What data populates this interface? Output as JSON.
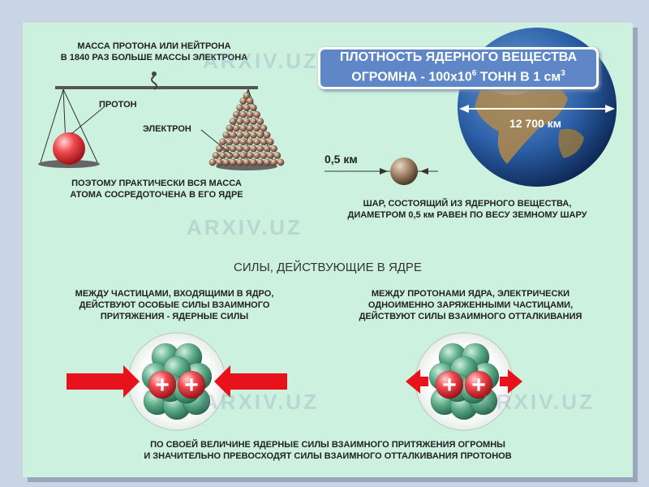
{
  "mass_caption_top": "МАССА ПРОТОНА ИЛИ НЕЙТРОНА\nВ 1840 РАЗ БОЛЬШЕ МАССЫ ЭЛЕКТРОНА",
  "proton_label": "ПРОТОН",
  "electron_label": "ЭЛЕКТРОН",
  "mass_caption_bottom": "ПОЭТОМУ ПРАКТИЧЕСКИ ВСЯ МАССА\nАТОМА СОСРЕДОТОЧЕНА В ЕГО ЯДРЕ",
  "density_text": "ПЛОТНОСТЬ ЯДЕРНОГО ВЕЩЕСТВА\nОГРОМНА - 100x10",
  "density_exp": "6",
  "density_unit": " ТОНН В 1 см",
  "density_unit_exp": "3",
  "earth_diameter": "12 700 км",
  "ball_diameter": "0,5 км",
  "ball_caption": "ШАР, СОСТОЯЩИЙ ИЗ ЯДЕРНОГО ВЕЩЕСТВА,\nДИАМЕТРОМ 0,5 км РАВЕН ПО ВЕСУ ЗЕМНОМУ ШАРУ",
  "forces_title": "СИЛЫ, ДЕЙСТВУЮЩИЕ В ЯДРЕ",
  "forces_left": "МЕЖДУ ЧАСТИЦАМИ, ВХОДЯЩИМИ В ЯДРО,\nДЕЙСТВУЮТ ОСОБЫЕ СИЛЫ ВЗАИМНОГО\nПРИТЯЖЕНИЯ - ЯДЕРНЫЕ СИЛЫ",
  "forces_right": "МЕЖДУ ПРОТОНАМИ ЯДРА, ЭЛЕКТРИЧЕСКИ\nОДНОИМЕННО ЗАРЯЖЕННЫМИ ЧАСТИЦАМИ,\nДЕЙСТВУЮТ СИЛЫ ВЗАИМНОГО ОТТАЛКИВАНИЯ",
  "forces_bottom": "ПО СВОЕЙ ВЕЛИЧИНЕ ЯДЕРНЫЕ СИЛЫ ВЗАИМНОГО ПРИТЯЖЕНИЯ ОГРОМНЫ\nИ ЗНАЧИТЕЛЬНО ПРЕВОСХОДЯТ СИЛЫ ВЗАИМНОГО ОТТАЛКИВАНИЯ ПРОТОНОВ",
  "plus_sign": "+",
  "watermark": "ARXIV.UZ",
  "colors": {
    "background": "#ccf1df",
    "proton_red": "#e2393f",
    "neutron_green": "#4f9a7a",
    "arrow_red": "#e8121d",
    "density_box": "#5f86c6"
  }
}
